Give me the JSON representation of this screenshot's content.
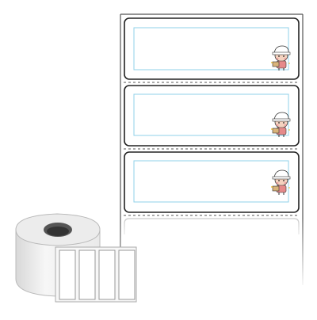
{
  "product": {
    "colors": {
      "liner_border": "#444444",
      "label_border": "#222222",
      "safe_zone": "#8fd0e8",
      "roll_face": "#e6e6e6",
      "roll_side": "#f3f3f3",
      "core": "#666666"
    },
    "icons": {
      "label_mascot": "cartoon-person-icon",
      "roll": "label-roll-icon"
    },
    "front_labels": [
      {
        "id": "label-1",
        "has_mascot": true
      },
      {
        "id": "label-2",
        "has_mascot": true
      },
      {
        "id": "label-3",
        "has_mascot": true
      }
    ],
    "roll_visible_labels": 4
  }
}
